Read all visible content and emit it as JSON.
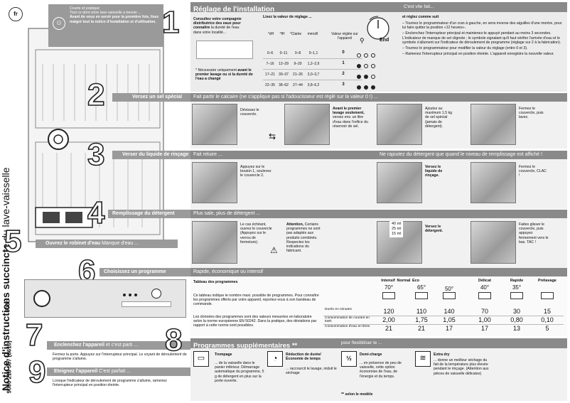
{
  "lang_badge": "fr",
  "side_title": "Notice d'instructions succincte",
  "side_subtitle": "du lave-vaisselle",
  "side_code": "9000 218 507 (8610)",
  "side_model": "600c",
  "tip": {
    "line1": "Courte et pratique:",
    "line2": "Tout ce dont votre lave-vaisselle a besoin ...",
    "bold": "Avant de vous en servir pour la première fois, lisez malgré tout la notice d'installation et d'utilisation."
  },
  "s1": {
    "num": "1",
    "title": "Réglage de l'installation",
    "right": "C'est vite fait...",
    "consult": "Consultez votre compagnie distributrice des eaux pour",
    "consult_b": "connaître",
    "consult_c": "la dureté de l'eau dans votre localité...",
    "read": "Lisez la valeur de réglage ...",
    "note_pre": "* Nécessaire uniquement",
    "note_b": "avant le premier lavage",
    "note_c": "ou si la dureté de l'eau a changé",
    "col_heads": [
      "°dH",
      "°fH",
      "°Clarke",
      "mmol/l",
      "Valeur réglée sur l'appareil"
    ],
    "rows": [
      {
        "v": [
          "0–6",
          "0–11",
          "0–8",
          "0–1,1"
        ],
        "set": "0",
        "dots": [
          0,
          0,
          0
        ]
      },
      {
        "v": [
          "7–16",
          "12–29",
          "9–20",
          "1,2–2,9"
        ],
        "set": "1",
        "dots": [
          1,
          0,
          0
        ]
      },
      {
        "v": [
          "17–21",
          "30–37",
          "21–26",
          "3,0–3,7"
        ],
        "set": "2",
        "dots": [
          1,
          1,
          0
        ]
      },
      {
        "v": [
          "22–35",
          "38–62",
          "27–44",
          "3,8–6,2"
        ],
        "set": "3",
        "dots": [
          1,
          1,
          1
        ]
      }
    ],
    "end_label": "End",
    "confirm": "et réglez comme suit",
    "bullets": [
      "– Tournez le programmateur d'un cran à gauche, en sens inverse des aiguilles d'une montre, pour lui faire quitter la position «12 heures».",
      "– Enclenchez l'interrupteur principal et maintenez-le appuyé pendant au moins 3 secondes. L'indicateur de manque de sel clignote ; le symbole signalant qu'il faut vérifier l'arrivée d'eau et le symbole s'allument sur l'indicateur de déroulement de programme (réglage sur 2 à la fabrication).",
      "– Tournez le programmateur pour modifier la valeur du réglage (entre 0 et 3).",
      "– Ramenez l'interrupteur principal en position éteinte. L'appareil enregistre la nouvelle valeur."
    ]
  },
  "s2": {
    "num": "2",
    "title": "Versez un sel spécial",
    "bar": "Fait partir le calcaire (ne s'applique pas si l'adoucisseur est réglé sur la valeur 0 !) ...",
    "t1": "Dévissez le couvercle.",
    "t2b": "Avant le premier lavage seulement,",
    "t2c": "versez env. un litre d'eau dans l'orifice du réservoir de sel.",
    "t3": "Ajoutez au maximum 1,5 kg de sel spécial (jamais de détergent).",
    "t4": "Fermez le couvercle, puis lavez."
  },
  "s3": {
    "num": "3",
    "title": "Verser du liquide de rinçage",
    "bar": "Fait reluire ...",
    "bar2": "Ne rajoutez du détergent que quand le niveau de remplissage est affiché !",
    "t1": "Appuyez sur le bouton 1, soulevez le couvercle 2.",
    "t2": "Versez le liquide de rinçage.",
    "t3": "Fermez le couvercle, CLAC !"
  },
  "s4": {
    "num": "4",
    "title": "Remplissage du détergent",
    "bar": "Plus sale, plus de détergent ...",
    "t1": "Le cas échéant, ouvrez le couvercle (Appuyez sur le verrou de fermeture).",
    "t2b": "Attention,",
    "t2": "Certains programmes ne sont pas adaptés aux produits combinés. Respectez les indications du fabricant.",
    "levels": [
      "40 ml",
      "25 ml",
      "15 ml"
    ],
    "t3": "Versez le détergent.",
    "t4": "Faites glisser le couvercle, puis appuyez fermement vers le bas. TAC !"
  },
  "s5": {
    "num": "5",
    "title": "Ouvrez le robinet d'eau",
    "rest": "Manque d'eau ..."
  },
  "s6": {
    "num": "6",
    "title": "Choisissez un programme",
    "bar": "Rapide, économique ou intensif",
    "tbl_title": "Tableau des programmes",
    "p1": "Ce tableau indique le nombre maxi. possible de programmes. Pour connaître les programmes offerts par votre appareil, reportez-vous à son bandeau de commande.",
    "p2": "Les données des programmes sont des valeurs mesurées en laboratoire selon la norme européenne EN 50242. Dans la pratique, des déviations par rapport à cette norme sont possibles.",
    "programs": [
      {
        "name": "Intensif",
        "temp": "70°"
      },
      {
        "name": "Normal",
        "temp": ""
      },
      {
        "name": "Eco",
        "temp": "65°"
      },
      {
        "name": "",
        "temp": "50°"
      },
      {
        "name": "Délicat",
        "temp": "40°"
      },
      {
        "name": "Rapide",
        "temp": "35°"
      },
      {
        "name": "Prélavage",
        "temp": ""
      }
    ],
    "row_labels": [
      "Durée en minutes",
      "Consommation de courant en kWh",
      "Consommation d'eau en litres"
    ],
    "durations": [
      "120",
      "110",
      "140",
      "70",
      "30",
      "15"
    ],
    "energy": [
      "2,00",
      "1,75",
      "1,05",
      "1,00",
      "0,80",
      "0,10"
    ],
    "water": [
      "21",
      "21",
      "17",
      "17",
      "13",
      "5"
    ]
  },
  "s7": {
    "num": "7",
    "title": "Enclenchez l'appareil",
    "rest": "et c'est parti ...",
    "text": "Fermez la porte. Appuyez sur l'interrupteur principal. Le voyant de déroulement de programme s'allume."
  },
  "s8": {
    "num": "8",
    "title": "Programmes supplémentaires **",
    "rest": "pour flexibiliser le ...",
    "opts": [
      {
        "name": "Trempage",
        "desc": "... de la vaisselle dans le panier inférieur. Démarrage automatique du programme, 5 g de détergent en plus sur la porte ouverte."
      },
      {
        "name": "Réduction de durée/ Économie de temps",
        "desc": "... raccourcit le lavage, réduit le séchage"
      },
      {
        "name": "Demi-charge",
        "desc": "... en présence de peu de vaisselle, cette option économise de l'eau, de l'énergie et du temps."
      },
      {
        "name": "Extra dry",
        "desc": "... donne un meilleur séchage du fait de la température plus élevée pendant le rinçage. (Attention aux pièces de vaisselle délicates)"
      }
    ],
    "footnote": "** selon le modèle"
  },
  "s9": {
    "num": "9",
    "title": "Eteignez l'appareil",
    "rest": "C'est parfait ...",
    "text": "Lorsque l'indicateur de déroulement de programme s'allume, ramenez l'interrupteur principal en position éteinte."
  }
}
